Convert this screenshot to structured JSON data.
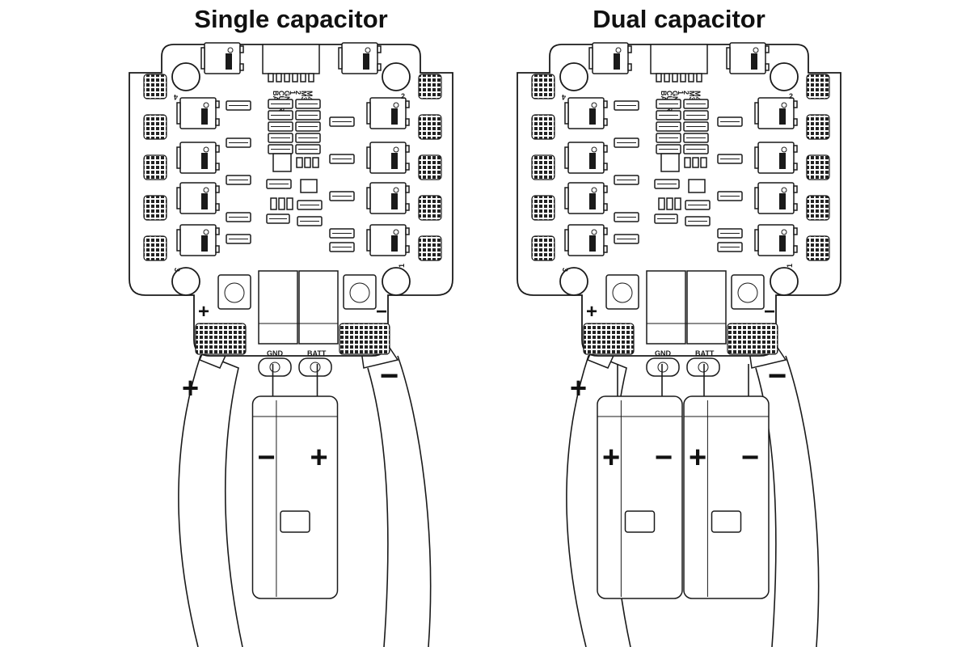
{
  "panels": [
    {
      "title": "Single capacitor",
      "capacitor_count": 1,
      "wire_signs": [
        "+",
        "−"
      ],
      "capacitor_signs": [
        [
          "−",
          "+"
        ]
      ]
    },
    {
      "title": "Dual capacitor",
      "capacitor_count": 2,
      "wire_signs": [
        "+",
        "−"
      ],
      "capacitor_signs": [
        [
          "+",
          "−"
        ],
        [
          "+",
          "−"
        ]
      ]
    }
  ],
  "board_labels": {
    "gnd": "GND",
    "batt": "BATT",
    "plus_mark": "+",
    "minus_mark": "−",
    "connector_pins": [
      "BAT",
      "CURR",
      "GND",
      "1",
      "2",
      "M3",
      "M4"
    ],
    "motor_numbers": [
      "4",
      "2",
      "3",
      "1"
    ]
  },
  "colors": {
    "line": "#1a1a1a",
    "background": "#ffffff"
  }
}
